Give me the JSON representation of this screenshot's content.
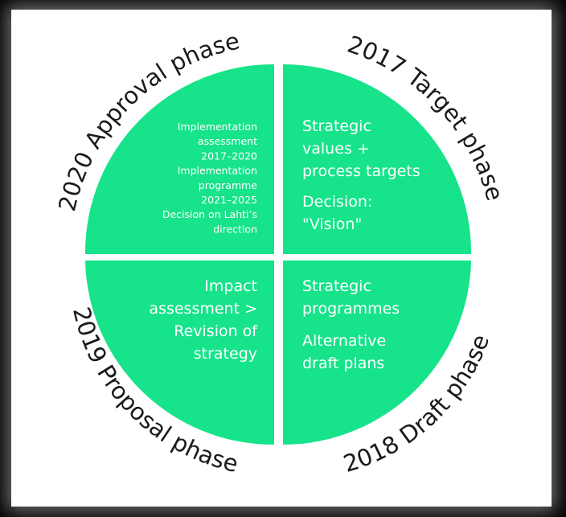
{
  "colors": {
    "quadrant": "#16e38a",
    "ring_text": "#1a1a1a",
    "quadrant_text": "#ffffff"
  },
  "phases": {
    "approval": "2020 Approval phase",
    "target": "2017 Target phase",
    "draft": "2018 Draft phase",
    "proposal": "2019 Proposal phase"
  },
  "quadrants": {
    "top_left": [
      "Implementation",
      "assessment",
      "2017–2020",
      "Implementation",
      "programme",
      "2021–2025",
      "Decision on Lahti’s",
      "direction"
    ],
    "top_right": [
      "Strategic",
      "values +",
      "process targets",
      "Decision:",
      "\"Vision\""
    ],
    "bottom_right": [
      "Strategic",
      "programmes",
      "Alternative",
      "draft plans"
    ],
    "bottom_left": [
      "Impact",
      "assessment >",
      "Revision of",
      "strategy"
    ]
  }
}
